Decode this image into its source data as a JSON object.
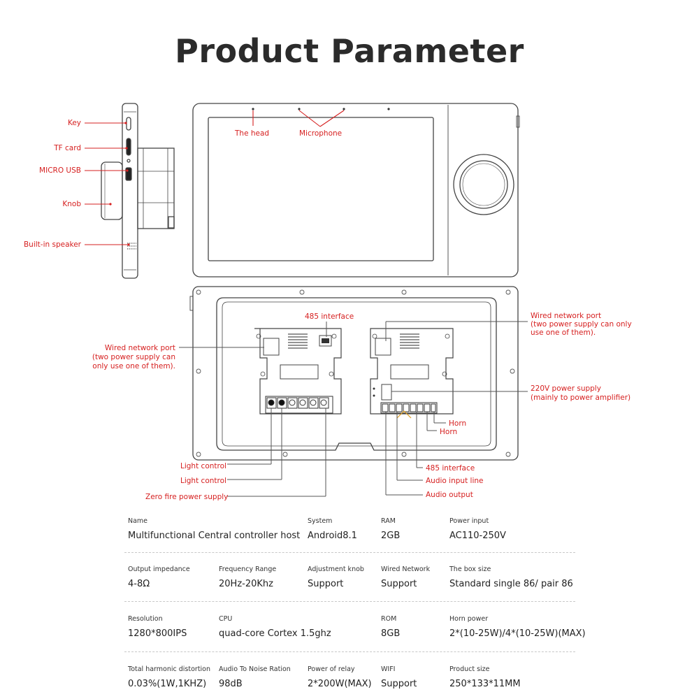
{
  "title": "Product Parameter",
  "side_labels": {
    "key": "Key",
    "tf_card": "TF card",
    "micro_usb": "MICRO USB",
    "knob": "Knob",
    "speaker": "Built-in speaker"
  },
  "front_labels": {
    "head": "The head",
    "microphone": "Microphone"
  },
  "back_labels": {
    "interface_485_top": "485 interface",
    "wired_left": [
      "Wired network port",
      "(two power supply can",
      "only use one of them)."
    ],
    "wired_right": [
      "Wired network port",
      "(two power supply can only",
      "use one of them)."
    ],
    "power_220": [
      "220V power supply",
      "(mainly to power amplifier)"
    ],
    "horn_1": "Horn",
    "horn_2": "Horn",
    "light_1": "Light control",
    "light_2": "Light control",
    "zero_fire": "Zero fire power supply",
    "interface_485_bottom": "485 interface",
    "audio_input": "Audio input line",
    "audio_output": "Audio output"
  },
  "specs": [
    [
      {
        "key": "Name",
        "value": "Multifunctional Central controller host"
      },
      {
        "key": "System",
        "value": "Android8.1"
      },
      {
        "key": "RAM",
        "value": "2GB"
      },
      {
        "key": "Power input",
        "value": "AC110-250V"
      }
    ],
    [
      {
        "key": "Output impedance",
        "value": "4-8Ω"
      },
      {
        "key": "Frequency Range",
        "value": "20Hz-20Khz"
      },
      {
        "key": "Adjustment knob",
        "value": "Support"
      },
      {
        "key": "Wired Network",
        "value": "Support"
      },
      {
        "key": "The box size",
        "value": "Standard single 86/ pair 86"
      }
    ],
    [
      {
        "key": "Resolution",
        "value": "1280*800IPS"
      },
      {
        "key": "CPU",
        "value": "quad-core Cortex 1.5ghz"
      },
      {
        "key": "ROM",
        "value": "8GB"
      },
      {
        "key": "Horn power",
        "value": "2*(10-25W)/4*(10-25W)(MAX)"
      }
    ],
    [
      {
        "key": "Total harmonic distortion",
        "value": "0.03%(1W,1KHZ)"
      },
      {
        "key": "Audio To Noise Ration",
        "value": "98dB"
      },
      {
        "key": "Power of relay",
        "value": "2*200W(MAX)"
      },
      {
        "key": "WIFI",
        "value": "Support"
      },
      {
        "key": "Product size",
        "value": "250*133*11MM"
      }
    ]
  ],
  "colors": {
    "label_red": "#d62020",
    "line_gray": "#444444",
    "title": "#2b2b2b"
  }
}
